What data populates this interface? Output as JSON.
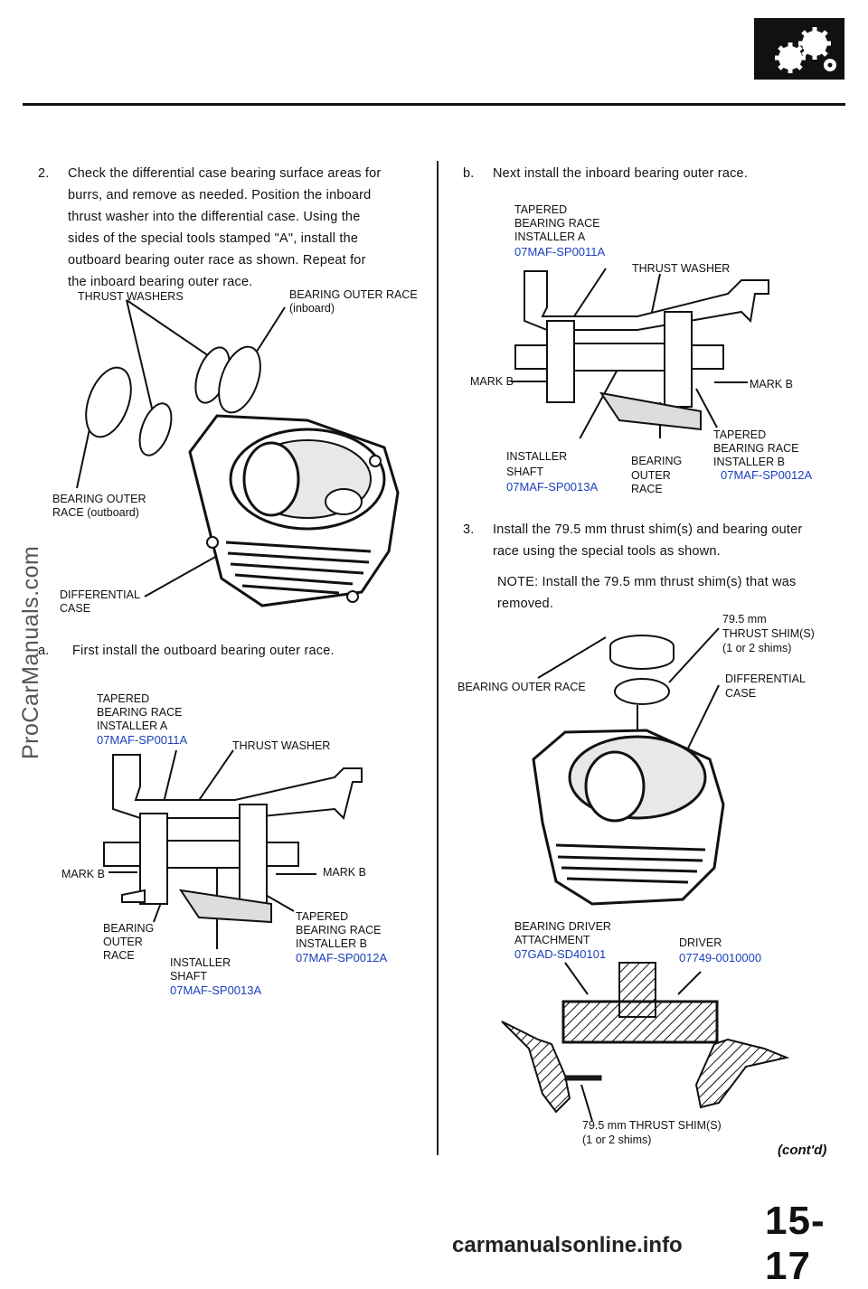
{
  "header": {
    "logo_icon": "gears-icon"
  },
  "watermark": "ProCarManuals.com",
  "left": {
    "step2": {
      "num": "2.",
      "lines": [
        "Check the differential case bearing surface areas for",
        "burrs, and remove as needed. Position the inboard",
        "thrust washer into the differential case. Using the",
        "sides of the special tools stamped \"A\", install the",
        "outboard bearing outer race as shown. Repeat for",
        "the inboard bearing outer race."
      ]
    },
    "fig1": {
      "thrust_washers": "THRUST WASHERS",
      "bor_inboard_1": "BEARING OUTER RACE",
      "bor_inboard_2": "(inboard)",
      "bor_outboard_1": "BEARING OUTER",
      "bor_outboard_2": "RACE (outboard)",
      "diff_case_1": "DIFFERENTIAL",
      "diff_case_2": "CASE"
    },
    "step_a": {
      "num": "a.",
      "text": "First install the outboard bearing outer race."
    },
    "fig2": {
      "tbri_a_1": "TAPERED",
      "tbri_a_2": "BEARING RACE",
      "tbri_a_3": "INSTALLER A",
      "tbri_a_pn": "07MAF-SP0011A",
      "thrust_washer": "THRUST WASHER",
      "mark_b_left": "MARK B",
      "mark_b_right": "MARK B",
      "bearing_1": "BEARING",
      "bearing_2": "OUTER",
      "bearing_3": "RACE",
      "shaft_1": "INSTALLER",
      "shaft_2": "SHAFT",
      "shaft_pn": "07MAF-SP0013A",
      "tbri_b_1": "TAPERED",
      "tbri_b_2": "BEARING RACE",
      "tbri_b_3": "INSTALLER B",
      "tbri_b_pn": "07MAF-SP0012A"
    }
  },
  "right": {
    "step_b": {
      "num": "b.",
      "text": "Next install the inboard bearing outer race."
    },
    "fig3": {
      "tbri_a_1": "TAPERED",
      "tbri_a_2": "BEARING RACE",
      "tbri_a_3": "INSTALLER A",
      "tbri_a_pn": "07MAF-SP0011A",
      "thrust_washer": "THRUST WASHER",
      "mark_b_left": "MARK B",
      "mark_b_right": "MARK B",
      "tbri_b_1": "TAPERED",
      "tbri_b_2": "BEARING RACE",
      "tbri_b_3": "INSTALLER B",
      "tbri_b_pn": "07MAF-SP0012A",
      "shaft_1": "INSTALLER",
      "shaft_2": "SHAFT",
      "shaft_pn": "07MAF-SP0013A",
      "bearing_1": "BEARING",
      "bearing_2": "OUTER",
      "bearing_3": "RACE"
    },
    "step3": {
      "num": "3.",
      "line1": "Install the 79.5 mm thrust shim(s) and bearing outer",
      "line2": "race using the special tools as shown.",
      "note1": "NOTE: Install the 79.5 mm thrust shim(s) that was",
      "note2": "removed."
    },
    "fig4": {
      "shim_1": "79.5 mm",
      "shim_2": "THRUST SHIM(S)",
      "shim_3": "(1 or 2 shims)",
      "bor": "BEARING OUTER RACE",
      "diff_1": "DIFFERENTIAL",
      "diff_2": "CASE",
      "bda_1": "BEARING DRIVER",
      "bda_2": "ATTACHMENT",
      "bda_pn": "07GAD-SD40101",
      "driver": "DRIVER",
      "driver_pn": "07749-0010000",
      "shim_bottom_1": "79.5 mm THRUST SHIM(S)",
      "shim_bottom_2": "(1 or 2 shims)"
    }
  },
  "contd": "(cont'd)",
  "page_number": "15-17",
  "footer_watermark": "carmanualsonline.info",
  "colors": {
    "part_number": "#1a3fbf",
    "text": "#111111"
  }
}
